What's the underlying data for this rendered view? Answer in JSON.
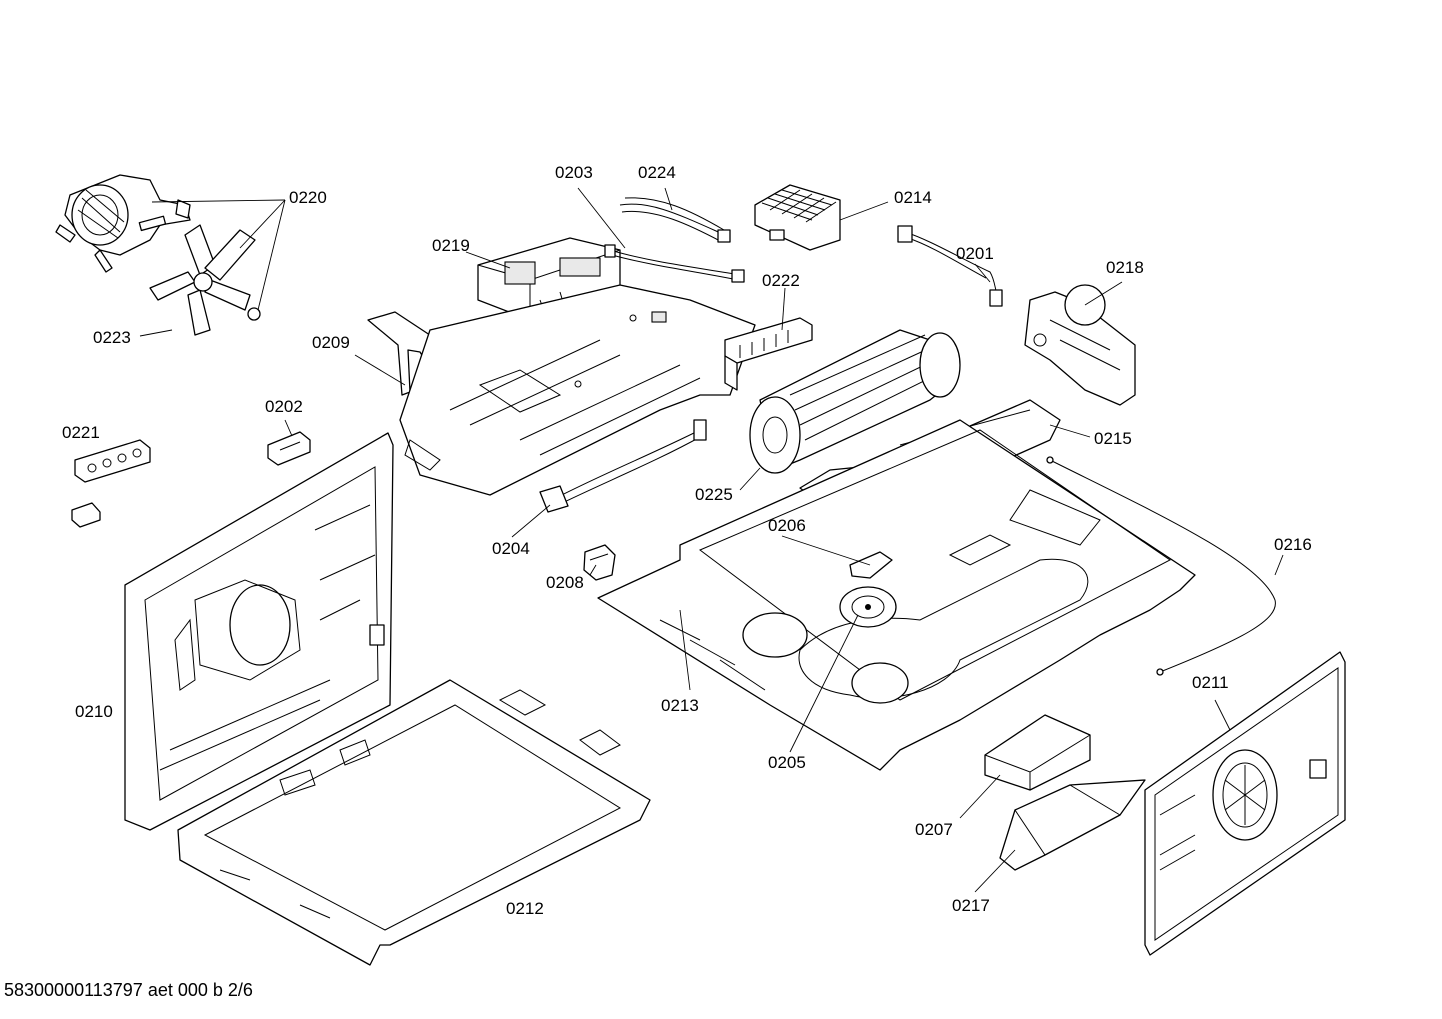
{
  "labels": {
    "p0201": "0201",
    "p0202": "0202",
    "p0203": "0203",
    "p0204": "0204",
    "p0205": "0205",
    "p0206": "0206",
    "p0207": "0207",
    "p0208": "0208",
    "p0209": "0209",
    "p0210": "0210",
    "p0211": "0211",
    "p0212": "0212",
    "p0213": "0213",
    "p0214": "0214",
    "p0215": "0215",
    "p0216": "0216",
    "p0217": "0217",
    "p0218": "0218",
    "p0219": "0219",
    "p0220": "0220",
    "p0221": "0221",
    "p0222": "0222",
    "p0223": "0223",
    "p0224": "0224",
    "p0225": "0225"
  },
  "footer": "58300000113797 aet 000 b 2/6"
}
